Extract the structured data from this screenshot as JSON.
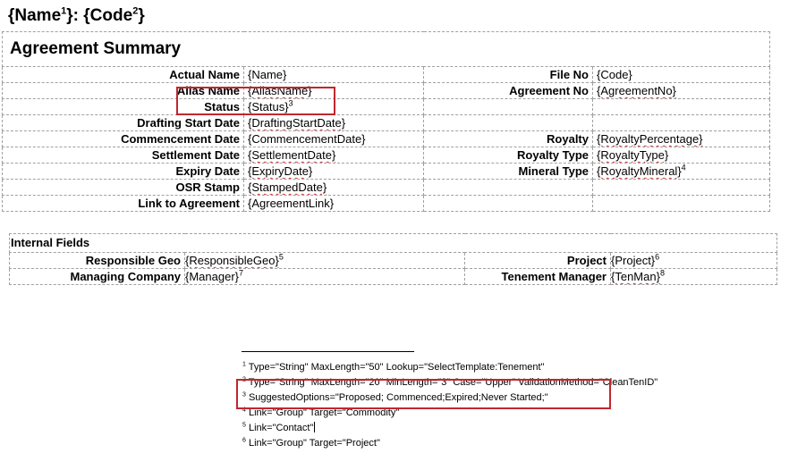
{
  "document": {
    "title": "{Name}: {Code}",
    "title_parts": [
      "{Name",
      "1",
      "}: {Code",
      "2",
      "}"
    ]
  },
  "summary": {
    "heading": "Agreement Summary",
    "rows": [
      {
        "l1": "Actual Name",
        "v1": "{Name}",
        "s1": "",
        "l2": "File No",
        "v2": "{Code}",
        "s2": ""
      },
      {
        "l1": "Alias Name",
        "v1": "{AliasName}",
        "s1": "",
        "l2": "Agreement No",
        "v2": "{AgreementNo}",
        "s2": ""
      },
      {
        "l1": "Status",
        "v1": "{Status}",
        "s1": "3",
        "l2": "",
        "v2": "",
        "s2": ""
      },
      {
        "l1": "Drafting Start Date",
        "v1": "{DraftingStartDate}",
        "s1": "",
        "l2": "",
        "v2": "",
        "s2": ""
      },
      {
        "l1": "Commencement Date",
        "v1": "{CommencementDate}",
        "s1": "",
        "l2": "Royalty",
        "v2": "{RoyaltyPercentage}",
        "s2": ""
      },
      {
        "l1": "Settlement Date",
        "v1": "{SettlementDate}",
        "s1": "",
        "l2": "Royalty Type",
        "v2": "{RoyaltyType}",
        "s2": ""
      },
      {
        "l1": "Expiry Date",
        "v1": "{ExpiryDate}",
        "s1": "",
        "l2": "Mineral Type",
        "v2": "{RoyaltyMineral}",
        "s2": "4"
      },
      {
        "l1": "OSR Stamp",
        "v1": "{StampedDate}",
        "s1": "",
        "l2": "",
        "v2": "",
        "s2": ""
      },
      {
        "l1": "Link to Agreement",
        "v1": "{AgreementLink}",
        "s1": "",
        "l2": "",
        "v2": "",
        "s2": ""
      }
    ]
  },
  "internal": {
    "heading": "Internal Fields",
    "rows": [
      {
        "l1": "Responsible Geo",
        "v1": "{ResponsibleGeo}",
        "s1": "5",
        "l2": "Project",
        "v2": "{Project}",
        "s2": "6"
      },
      {
        "l1": "Managing Company",
        "v1": "{Manager}",
        "s1": "7",
        "l2": "Tenement Manager",
        "v2": "{TenMan}",
        "s2": "8"
      }
    ]
  },
  "footnotes": [
    {
      "num": "1",
      "text": "Type=\"String\" MaxLength=\"50\" Lookup=\"SelectTemplate:Tenement\""
    },
    {
      "num": "2",
      "text": "Type=\"String\" MaxLength=\"20\" MinLength=\"3\" Case=\"Upper\" ValidationMethod=\"CleanTenID\""
    },
    {
      "num": "3",
      "text": "SuggestedOptions=\"Proposed; Commenced;Expired;Never Started;\""
    },
    {
      "num": "4",
      "text": "Link=\"Group\" Target=\"Commodity\""
    },
    {
      "num": "5",
      "text": "Link=\"Contact\""
    },
    {
      "num": "6",
      "text": "Link=\"Group\" Target=\"Project\""
    }
  ],
  "highlight_color": "#c0272d",
  "spellcheck_color": "#d23b3b"
}
